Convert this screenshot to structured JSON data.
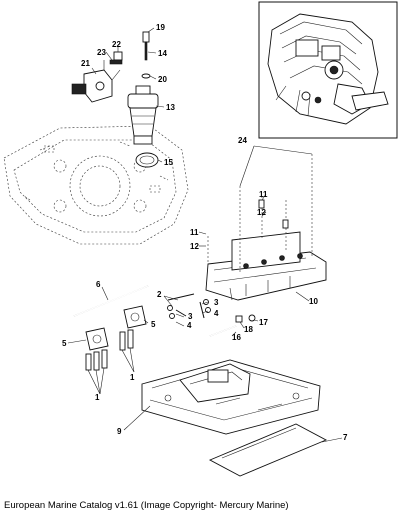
{
  "callouts": [
    {
      "id": "c1",
      "label": "1"
    },
    {
      "id": "c2",
      "label": "1"
    },
    {
      "id": "c3",
      "label": "2"
    },
    {
      "id": "c4",
      "label": "3"
    },
    {
      "id": "c5",
      "label": "3"
    },
    {
      "id": "c6",
      "label": "4"
    },
    {
      "id": "c7",
      "label": "4"
    },
    {
      "id": "c8",
      "label": "5"
    },
    {
      "id": "c9",
      "label": "5"
    },
    {
      "id": "c10",
      "label": "6"
    },
    {
      "id": "c11",
      "label": "7"
    },
    {
      "id": "c12",
      "label": "9"
    },
    {
      "id": "c13",
      "label": "10"
    },
    {
      "id": "c14",
      "label": "11"
    },
    {
      "id": "c15",
      "label": "11"
    },
    {
      "id": "c16",
      "label": "12"
    },
    {
      "id": "c17",
      "label": "12"
    },
    {
      "id": "c18",
      "label": "13"
    },
    {
      "id": "c19",
      "label": "14"
    },
    {
      "id": "c20",
      "label": "15"
    },
    {
      "id": "c21",
      "label": "16"
    },
    {
      "id": "c22",
      "label": "17"
    },
    {
      "id": "c23",
      "label": "18"
    },
    {
      "id": "c24",
      "label": "19"
    },
    {
      "id": "c25",
      "label": "20"
    },
    {
      "id": "c26",
      "label": "21"
    },
    {
      "id": "c27",
      "label": "22"
    },
    {
      "id": "c28",
      "label": "23"
    },
    {
      "id": "c29",
      "label": "24"
    }
  ],
  "caption": "European Marine Catalog v1.61 (Image Copyright- Mercury Marine)"
}
